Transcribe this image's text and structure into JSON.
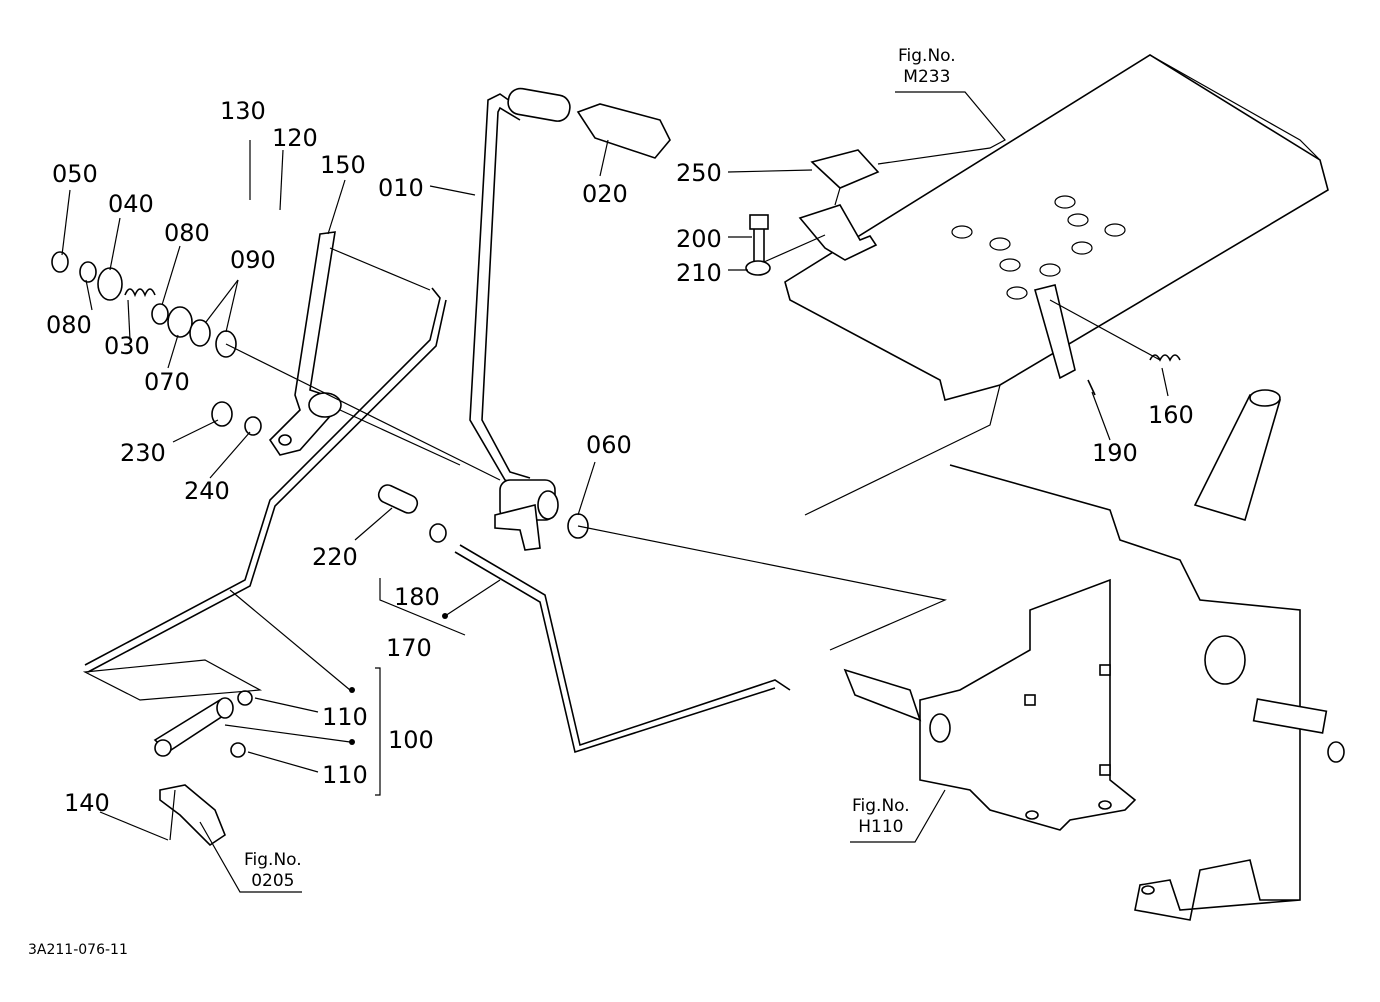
{
  "labels": {
    "p010": "010",
    "p020": "020",
    "p030": "030",
    "p040": "040",
    "p050": "050",
    "p060": "060",
    "p070": "070",
    "p080a": "080",
    "p080b": "080",
    "p090": "090",
    "p100": "100",
    "p110a": "110",
    "p110b": "110",
    "p120": "120",
    "p130": "130",
    "p140": "140",
    "p150": "150",
    "p160": "160",
    "p170": "170",
    "p180": "180",
    "p190": "190",
    "p200": "200",
    "p210": "210",
    "p220": "220",
    "p230": "230",
    "p240": "240",
    "p250": "250"
  },
  "figrefs": {
    "m233": {
      "line1": "Fig.No.",
      "line2": "M233"
    },
    "h110": {
      "line1": "Fig.No.",
      "line2": "H110"
    },
    "f0205": {
      "line1": "Fig.No.",
      "line2": "0205"
    }
  },
  "drawing_code": "3A211-076-11"
}
